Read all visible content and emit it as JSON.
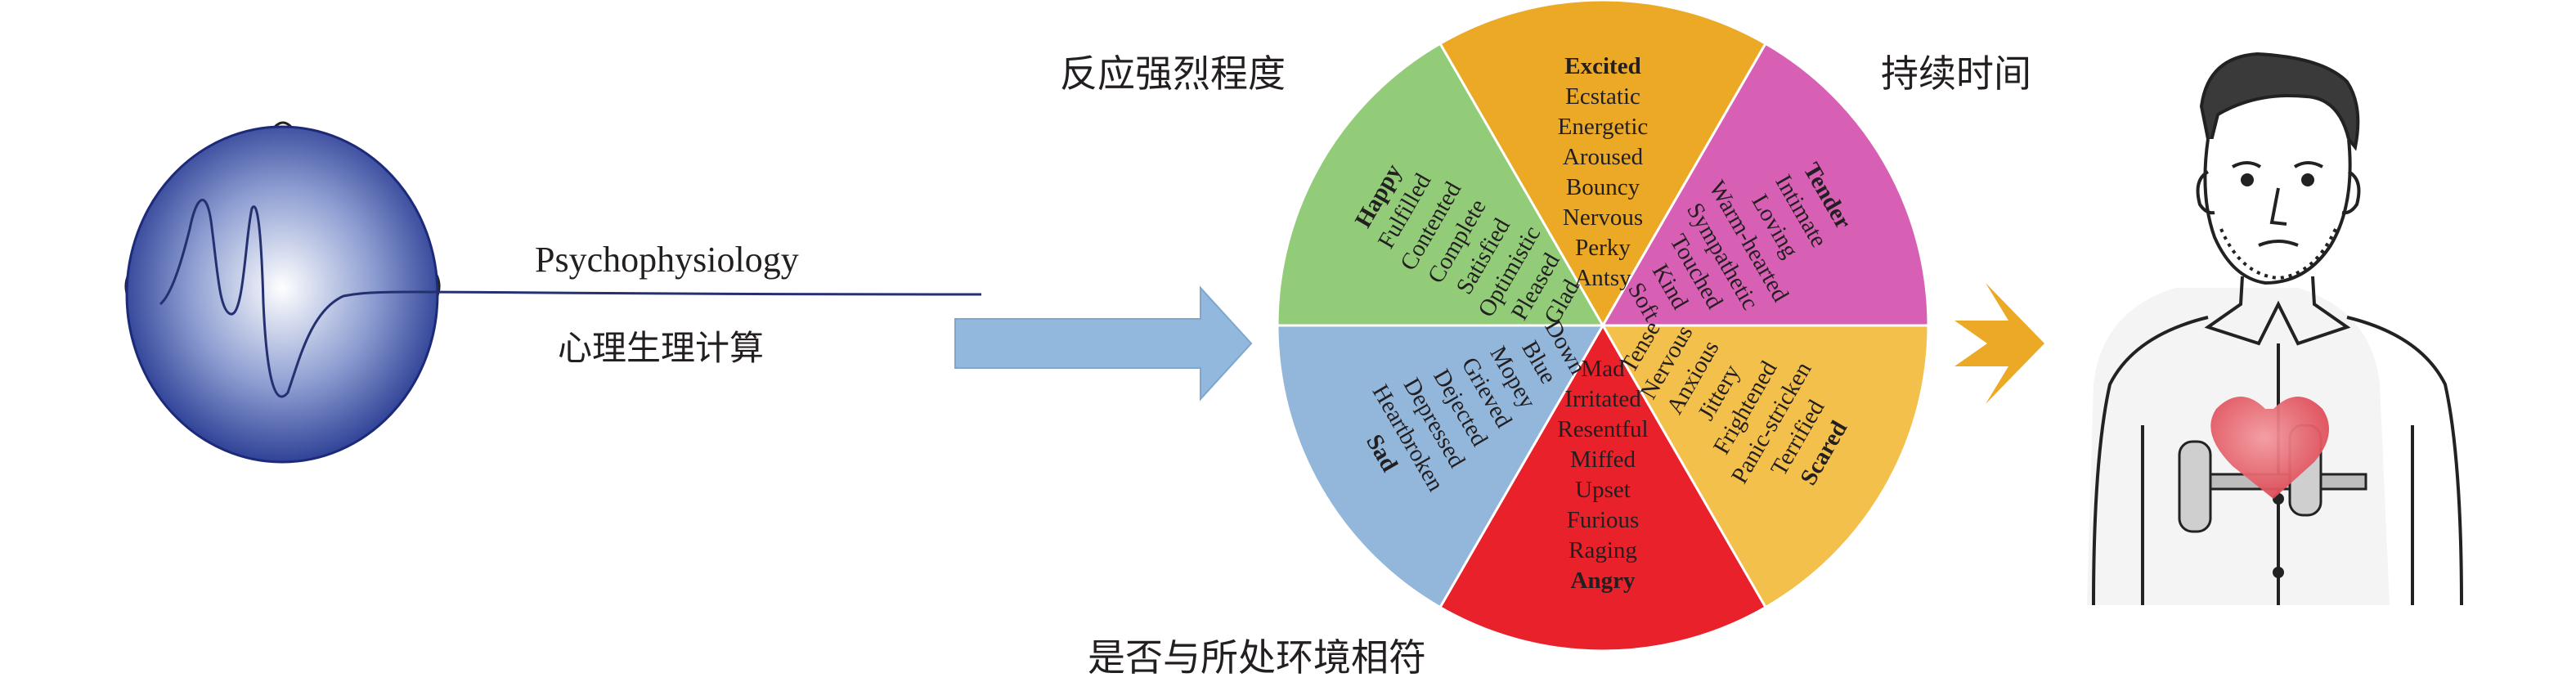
{
  "eeg_label_en": "Psychophysiology",
  "eeg_label_zh": "心理生理计算",
  "label_intensity": "反应强烈程度",
  "label_duration": "持续时间",
  "label_context": "是否与所处环境相符",
  "wheel": {
    "segments": [
      {
        "key": "excited",
        "title": "Excited",
        "words": [
          "Ecstatic",
          "Energetic",
          "Aroused",
          "Bouncy",
          "Nervous",
          "Perky",
          "Antsy"
        ],
        "color": "#eba926"
      },
      {
        "key": "tender",
        "title": "Tender",
        "words": [
          "Intimate",
          "Loving",
          "Warm-hearted",
          "Sympathetic",
          "Touched",
          "Kind",
          "Soft"
        ],
        "color": "#d860b4"
      },
      {
        "key": "scared",
        "title": "Scared",
        "words": [
          "Tense",
          "Nervous",
          "Anxious",
          "Jittery",
          "Frightened",
          "Panic-stricken",
          "Terrified"
        ],
        "color": "#f3c04b"
      },
      {
        "key": "angry",
        "title": "Angry",
        "words": [
          "Mad",
          "Irritated",
          "Resentful",
          "Miffed",
          "Upset",
          "Furious",
          "Raging"
        ],
        "color": "#e8212b"
      },
      {
        "key": "sad",
        "title": "Sad",
        "words": [
          "Down",
          "Blue",
          "Mopey",
          "Grieved",
          "Dejected",
          "Depressed",
          "Heartbroken"
        ],
        "color": "#93b6db"
      },
      {
        "key": "happy",
        "title": "Happy",
        "words": [
          "Fulfilled",
          "Contented",
          "Complete",
          "Satisfied",
          "Optimistic",
          "Pleased",
          "Glad"
        ],
        "color": "#93cc79"
      }
    ]
  },
  "colors": {
    "head_dark": "#24368f",
    "head_light": "#ffffff",
    "big_arrow": "#92b8de",
    "small_arrow": "#eba926",
    "line": "#2b2e7a"
  }
}
